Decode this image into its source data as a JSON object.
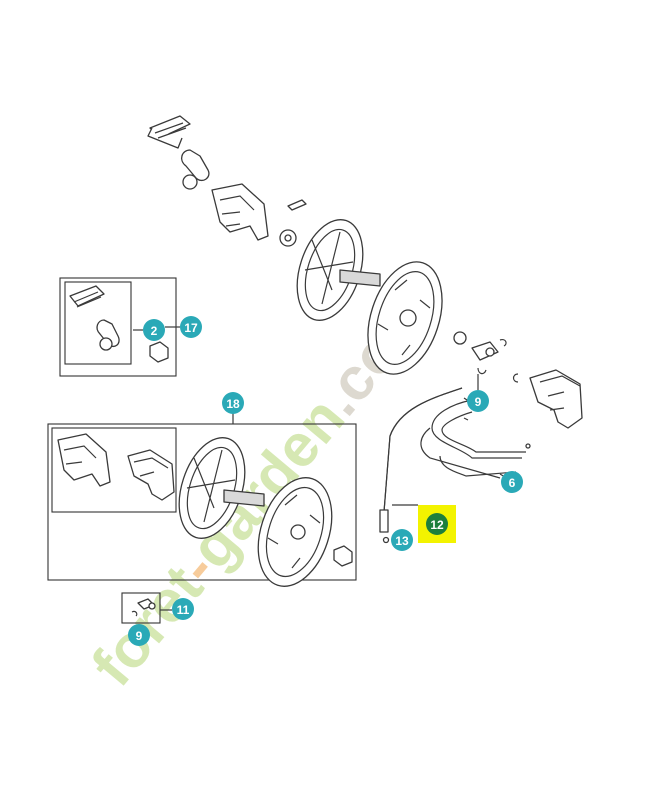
{
  "callouts": [
    {
      "id": "c2",
      "label": "2"
    },
    {
      "id": "c17",
      "label": "17"
    },
    {
      "id": "c18",
      "label": "18"
    },
    {
      "id": "c9a",
      "label": "9"
    },
    {
      "id": "c6",
      "label": "6"
    },
    {
      "id": "c12",
      "label": "12",
      "highlight": true
    },
    {
      "id": "c13",
      "label": "13"
    },
    {
      "id": "c11",
      "label": "11"
    },
    {
      "id": "c9b",
      "label": "9"
    }
  ],
  "colors": {
    "callout": "#2aa9b7",
    "callout_highlight": "#1d7f3c",
    "highlight_box": "#f3f300",
    "watermark_green": "#cfe5a6",
    "watermark_orange": "#f6c48a",
    "watermark_gray": "#d8d3c8"
  },
  "watermark": {
    "part1": "foret",
    "part2": "-",
    "part3": "garden",
    "part4": ".com"
  }
}
